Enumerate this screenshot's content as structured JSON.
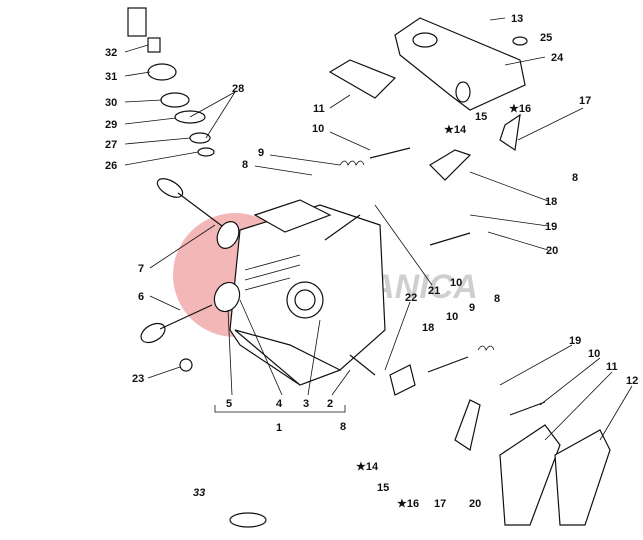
{
  "watermark": {
    "text": "MECCANICA",
    "color": "#e03030"
  },
  "labels": [
    {
      "id": "32",
      "text": "32"
    },
    {
      "id": "31",
      "text": "31"
    },
    {
      "id": "30",
      "text": "30"
    },
    {
      "id": "29",
      "text": "29"
    },
    {
      "id": "28",
      "text": "28"
    },
    {
      "id": "27",
      "text": "27"
    },
    {
      "id": "26",
      "text": "26"
    },
    {
      "id": "13",
      "text": "13"
    },
    {
      "id": "25",
      "text": "25"
    },
    {
      "id": "24",
      "text": "24"
    },
    {
      "id": "11a",
      "text": "11"
    },
    {
      "id": "17a",
      "text": "17"
    },
    {
      "id": "16a",
      "text": "★16"
    },
    {
      "id": "15a",
      "text": "15"
    },
    {
      "id": "14a",
      "text": "★14"
    },
    {
      "id": "10a",
      "text": "10"
    },
    {
      "id": "9a",
      "text": "9"
    },
    {
      "id": "8a",
      "text": "8"
    },
    {
      "id": "8b",
      "text": "8"
    },
    {
      "id": "18a",
      "text": "18"
    },
    {
      "id": "19a",
      "text": "19"
    },
    {
      "id": "20a",
      "text": "20"
    },
    {
      "id": "7",
      "text": "7"
    },
    {
      "id": "10b",
      "text": "10"
    },
    {
      "id": "21",
      "text": "21"
    },
    {
      "id": "6",
      "text": "6"
    },
    {
      "id": "22",
      "text": "22"
    },
    {
      "id": "8c",
      "text": "8"
    },
    {
      "id": "9b",
      "text": "9"
    },
    {
      "id": "18b",
      "text": "18"
    },
    {
      "id": "10c",
      "text": "10"
    },
    {
      "id": "19b",
      "text": "19"
    },
    {
      "id": "10d",
      "text": "10"
    },
    {
      "id": "11b",
      "text": "11"
    },
    {
      "id": "12",
      "text": "12"
    },
    {
      "id": "23",
      "text": "23"
    },
    {
      "id": "5",
      "text": "5"
    },
    {
      "id": "4",
      "text": "4"
    },
    {
      "id": "3",
      "text": "3"
    },
    {
      "id": "2",
      "text": "2"
    },
    {
      "id": "1",
      "text": "1"
    },
    {
      "id": "8d",
      "text": "8"
    },
    {
      "id": "14b",
      "text": "★14"
    },
    {
      "id": "15b",
      "text": "15"
    },
    {
      "id": "16b",
      "text": "★16"
    },
    {
      "id": "17b",
      "text": "17"
    },
    {
      "id": "20b",
      "text": "20"
    },
    {
      "id": "33",
      "text": "33"
    }
  ]
}
